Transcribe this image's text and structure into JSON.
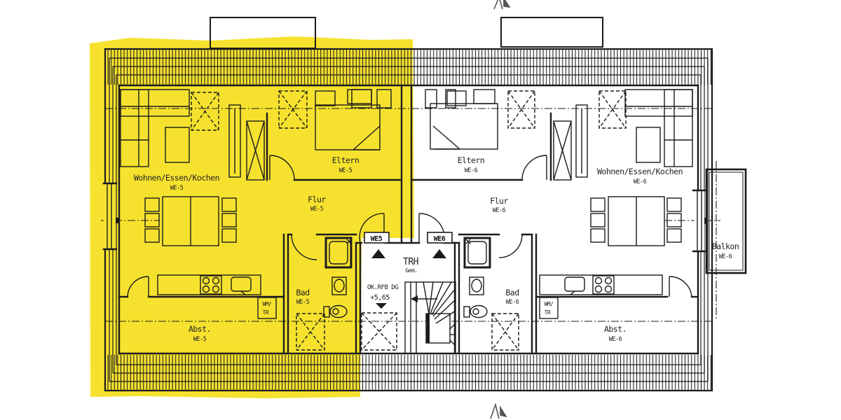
{
  "plan": {
    "highlight_color": "#f6e22e",
    "line_color": "#1b1b1b",
    "rooms": {
      "we5_living": {
        "name": "Wohnen/Essen/Kochen",
        "unit": "WE-5"
      },
      "we5_eltern": {
        "name": "Eltern",
        "unit": "WE-5"
      },
      "we5_flur": {
        "name": "Flur",
        "unit": "WE-5"
      },
      "we5_bad": {
        "name": "Bad",
        "unit": "WE-5"
      },
      "we5_abst": {
        "name": "Abst.",
        "unit": "WE-5"
      },
      "we5_wm": {
        "line1": "WM/",
        "line2": "TR"
      },
      "we6_eltern": {
        "name": "Eltern",
        "unit": "WE-6"
      },
      "we6_flur": {
        "name": "Flur",
        "unit": "WE-6"
      },
      "we6_living": {
        "name": "Wohnen/Essen/Kochen",
        "unit": "WE-6"
      },
      "we6_bad": {
        "name": "Bad",
        "unit": "WE-6"
      },
      "we6_abst": {
        "name": "Abst.",
        "unit": "WE-6"
      },
      "we6_wm": {
        "line1": "WM/",
        "line2": "TR"
      },
      "balkon": {
        "name": "Balkon",
        "unit": "WE-6"
      }
    },
    "stairwell": {
      "name": "TRH",
      "subtitle": "Gem.",
      "entry_we5": "WE5",
      "entry_we6": "WE6",
      "level_label": "OK.RFB DG",
      "level_value": "+5,65"
    }
  }
}
